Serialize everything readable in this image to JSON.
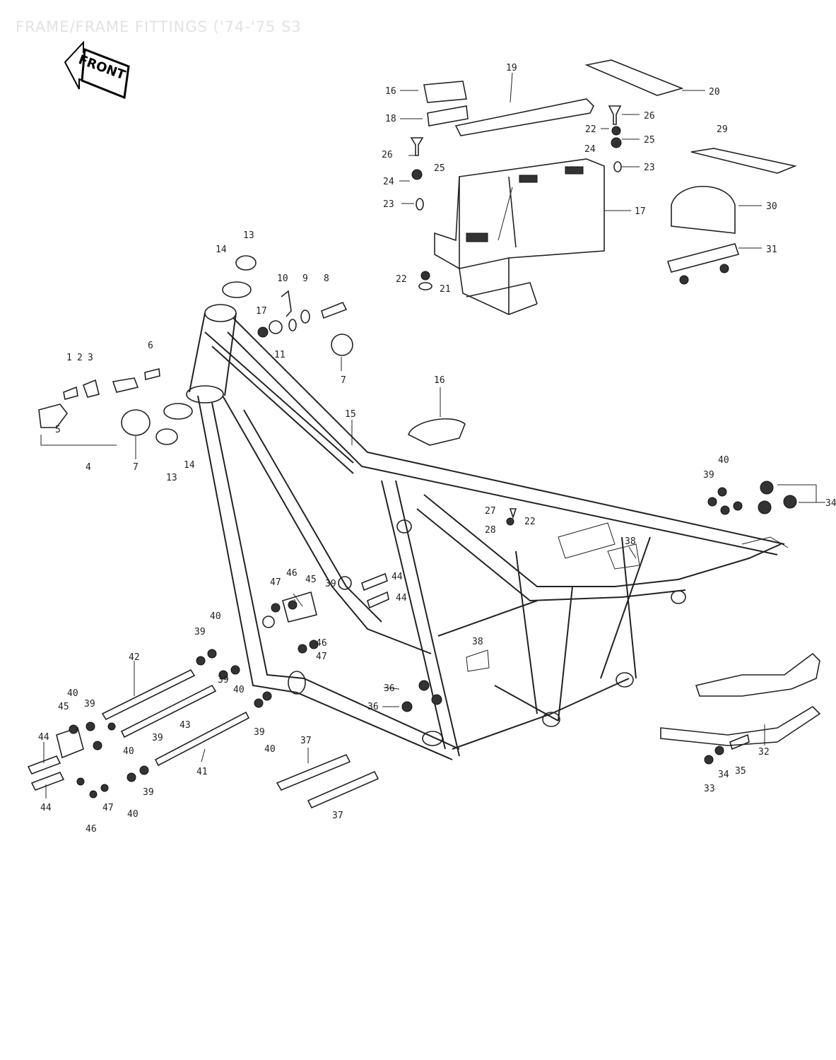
{
  "title": "FRAME/FRAME FITTINGS ('74-'75 S3",
  "front_badge": {
    "text": "FRONT",
    "icon": "front-arrow-icon"
  },
  "callouts": [
    {
      "id": "c1",
      "text": "1"
    },
    {
      "id": "c2",
      "text": "2"
    },
    {
      "id": "c3",
      "text": "3"
    },
    {
      "id": "c4",
      "text": "4"
    },
    {
      "id": "c5",
      "text": "5"
    },
    {
      "id": "c6",
      "text": "6"
    },
    {
      "id": "c7a",
      "text": "7"
    },
    {
      "id": "c7b",
      "text": "7"
    },
    {
      "id": "c8",
      "text": "8"
    },
    {
      "id": "c9",
      "text": "9"
    },
    {
      "id": "c10",
      "text": "10"
    },
    {
      "id": "c11",
      "text": "11"
    },
    {
      "id": "c13a",
      "text": "13"
    },
    {
      "id": "c13b",
      "text": "13"
    },
    {
      "id": "c14a",
      "text": "14"
    },
    {
      "id": "c14b",
      "text": "14"
    },
    {
      "id": "c15",
      "text": "15"
    },
    {
      "id": "c16a",
      "text": "16"
    },
    {
      "id": "c16b",
      "text": "16"
    },
    {
      "id": "c17a",
      "text": "17"
    },
    {
      "id": "c17b",
      "text": "17"
    },
    {
      "id": "c18",
      "text": "18"
    },
    {
      "id": "c19",
      "text": "19"
    },
    {
      "id": "c20",
      "text": "20"
    },
    {
      "id": "c21",
      "text": "21"
    },
    {
      "id": "c22a",
      "text": "22"
    },
    {
      "id": "c22b",
      "text": "22"
    },
    {
      "id": "c22c",
      "text": "22"
    },
    {
      "id": "c23a",
      "text": "23"
    },
    {
      "id": "c23b",
      "text": "23"
    },
    {
      "id": "c24a",
      "text": "24"
    },
    {
      "id": "c24b",
      "text": "24"
    },
    {
      "id": "c25a",
      "text": "25"
    },
    {
      "id": "c25b",
      "text": "25"
    },
    {
      "id": "c26a",
      "text": "26"
    },
    {
      "id": "c26b",
      "text": "26"
    },
    {
      "id": "c27",
      "text": "27"
    },
    {
      "id": "c28",
      "text": "28"
    },
    {
      "id": "c29",
      "text": "29"
    },
    {
      "id": "c30",
      "text": "30"
    },
    {
      "id": "c31",
      "text": "31"
    },
    {
      "id": "c32",
      "text": "32"
    },
    {
      "id": "c33",
      "text": "33"
    },
    {
      "id": "c34a",
      "text": "34"
    },
    {
      "id": "c34b",
      "text": "34"
    },
    {
      "id": "c35",
      "text": "35"
    },
    {
      "id": "c36a",
      "text": "36"
    },
    {
      "id": "c36b",
      "text": "36"
    },
    {
      "id": "c37a",
      "text": "37"
    },
    {
      "id": "c37b",
      "text": "37"
    },
    {
      "id": "c38a",
      "text": "38"
    },
    {
      "id": "c38b",
      "text": "38"
    },
    {
      "id": "c39a",
      "text": "39"
    },
    {
      "id": "c39b",
      "text": "39"
    },
    {
      "id": "c39c",
      "text": "39"
    },
    {
      "id": "c39d",
      "text": "39"
    },
    {
      "id": "c39e",
      "text": "39"
    },
    {
      "id": "c39f",
      "text": "39"
    },
    {
      "id": "c39g",
      "text": "39"
    },
    {
      "id": "c39h",
      "text": "39"
    },
    {
      "id": "c40a",
      "text": "40"
    },
    {
      "id": "c40b",
      "text": "40"
    },
    {
      "id": "c40c",
      "text": "40"
    },
    {
      "id": "c40d",
      "text": "40"
    },
    {
      "id": "c40e",
      "text": "40"
    },
    {
      "id": "c40f",
      "text": "40"
    },
    {
      "id": "c40g",
      "text": "40"
    },
    {
      "id": "c41",
      "text": "41"
    },
    {
      "id": "c42",
      "text": "42"
    },
    {
      "id": "c43",
      "text": "43"
    },
    {
      "id": "c44a",
      "text": "44"
    },
    {
      "id": "c44b",
      "text": "44"
    },
    {
      "id": "c44c",
      "text": "44"
    },
    {
      "id": "c44d",
      "text": "44"
    },
    {
      "id": "c45a",
      "text": "45"
    },
    {
      "id": "c45b",
      "text": "45"
    },
    {
      "id": "c46a",
      "text": "46"
    },
    {
      "id": "c46b",
      "text": "46"
    },
    {
      "id": "c46c",
      "text": "46"
    },
    {
      "id": "c47a",
      "text": "47"
    },
    {
      "id": "c47b",
      "text": "47"
    },
    {
      "id": "c47c",
      "text": "47"
    }
  ]
}
